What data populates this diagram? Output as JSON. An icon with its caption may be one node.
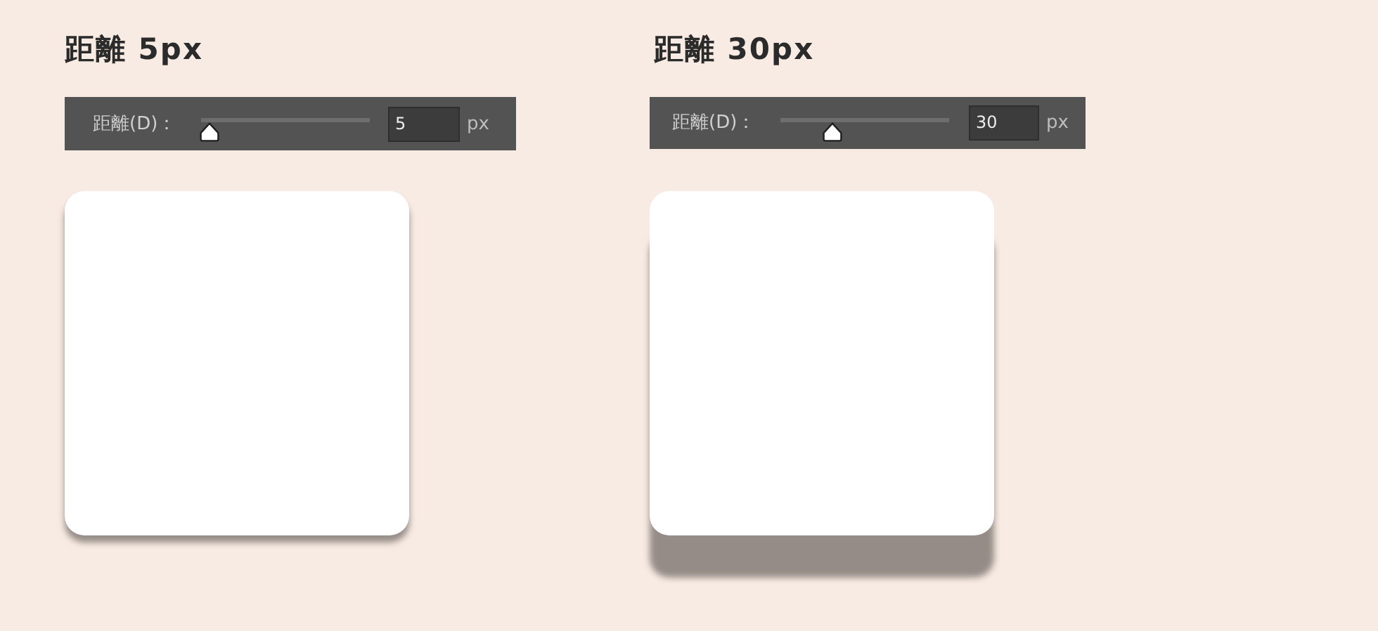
{
  "diagram": {
    "labels": [
      "距離 5px",
      "距離 30px",
      "距離(D)：",
      "5",
      "px",
      "距離(D)：",
      "30",
      "px"
    ]
  }
}
